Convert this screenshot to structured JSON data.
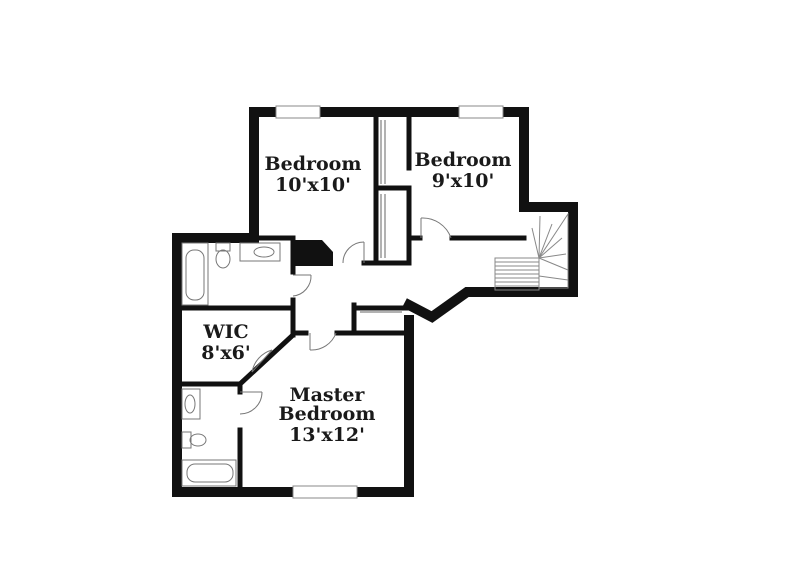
{
  "floorplan": {
    "rooms": [
      {
        "id": "bedroom-1",
        "name": "Bedroom",
        "dims": "10'x10'"
      },
      {
        "id": "bedroom-2",
        "name": "Bedroom",
        "dims": "9'x10'"
      },
      {
        "id": "wic",
        "name": "WIC",
        "dims": "8'x6'"
      },
      {
        "id": "master",
        "name_line1": "Master",
        "name_line2": "Bedroom",
        "dims": "13'x12'"
      }
    ],
    "colors": {
      "wall": "#111111",
      "fixture": "#888888",
      "background": "#ffffff"
    }
  }
}
